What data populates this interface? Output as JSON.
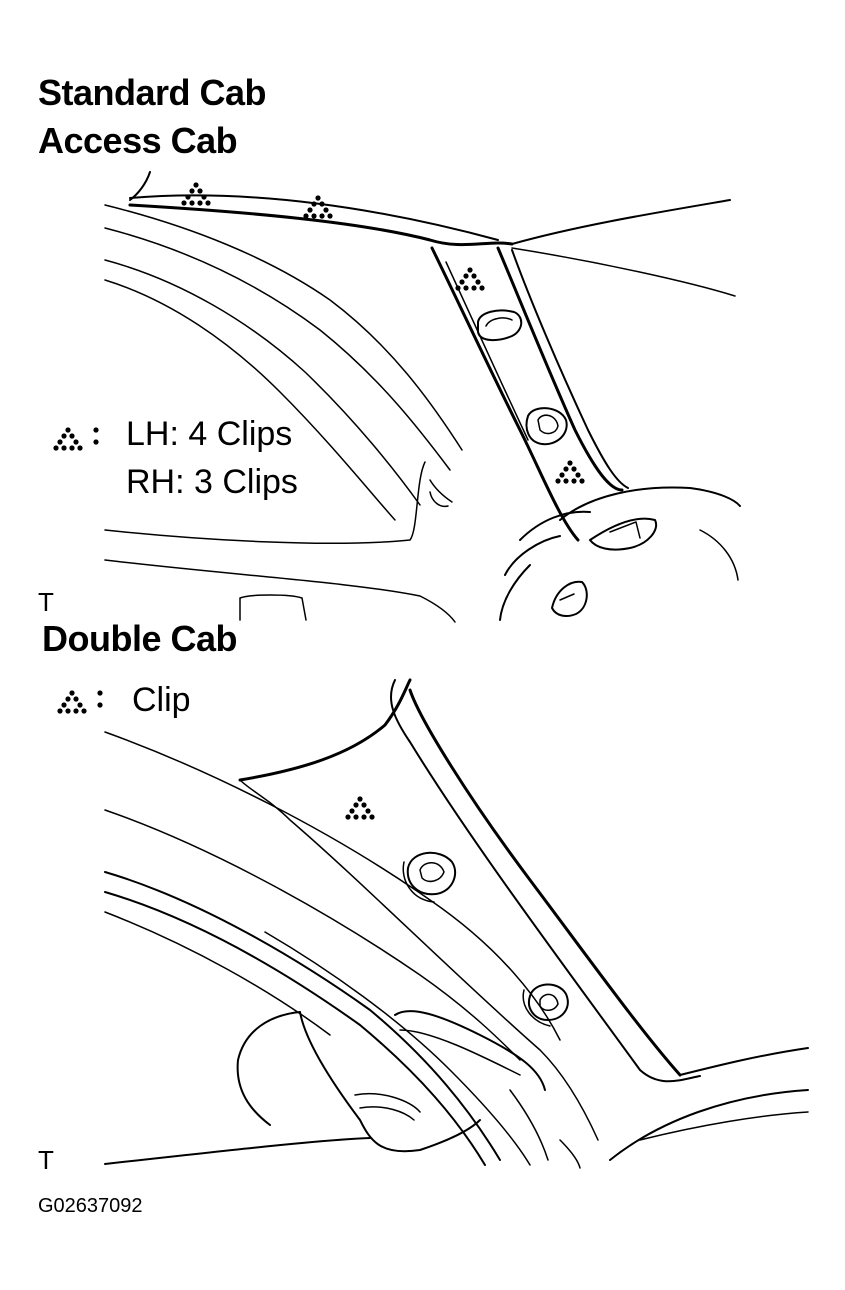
{
  "top_section": {
    "heading_line1": "Standard Cab",
    "heading_line2": "Access Cab",
    "legend_lh": "LH: 4 Clips",
    "legend_rh": "RH: 3 Clips",
    "corner_mark": "T",
    "clip_symbol_icon": "dotted-triangle-icon",
    "clip_marker_count": 4
  },
  "bottom_section": {
    "heading": "Double Cab",
    "legend": "Clip",
    "corner_mark": "T",
    "clip_symbol_icon": "dotted-triangle-icon",
    "clip_marker_count": 1
  },
  "figure_code": "G02637092"
}
